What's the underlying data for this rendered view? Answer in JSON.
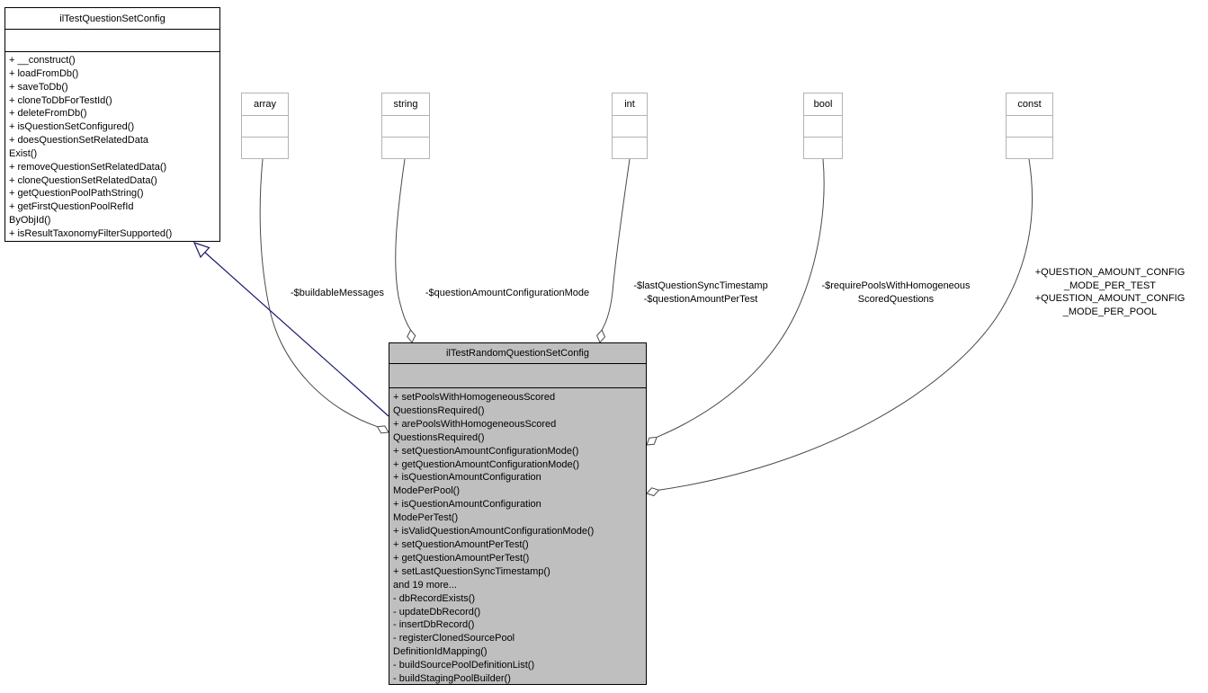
{
  "diagram_type": "uml-collaboration-diagram",
  "classes": {
    "parent": {
      "title": "ilTestQuestionSetConfig",
      "methods": [
        "+ __construct()",
        "+ loadFromDb()",
        "+ saveToDb()",
        "+ cloneToDbForTestId()",
        "+ deleteFromDb()",
        "+ isQuestionSetConfigured()",
        "+ doesQuestionSetRelatedData",
        "Exist()",
        "+ removeQuestionSetRelatedData()",
        "+ cloneQuestionSetRelatedData()",
        "+ getQuestionPoolPathString()",
        "+ getFirstQuestionPoolRefId",
        "ByObjId()",
        "+ isResultTaxonomyFilterSupported()"
      ]
    },
    "main": {
      "title": "ilTestRandomQuestionSetConfig",
      "methods": [
        "+ setPoolsWithHomogeneousScored",
        "QuestionsRequired()",
        "+ arePoolsWithHomogeneousScored",
        "QuestionsRequired()",
        "+ setQuestionAmountConfigurationMode()",
        "+ getQuestionAmountConfigurationMode()",
        "+ isQuestionAmountConfiguration",
        "ModePerPool()",
        "+ isQuestionAmountConfiguration",
        "ModePerTest()",
        "+ isValidQuestionAmountConfigurationMode()",
        "+ setQuestionAmountPerTest()",
        "+ getQuestionAmountPerTest()",
        "+ setLastQuestionSyncTimestamp()",
        "and 19 more...",
        "- dbRecordExists()",
        "- updateDbRecord()",
        "- insertDbRecord()",
        "- registerClonedSourcePool",
        "DefinitionIdMapping()",
        "- buildSourcePoolDefinitionList()",
        "- buildStagingPoolBuilder()"
      ]
    }
  },
  "types": [
    {
      "name": "array"
    },
    {
      "name": "string"
    },
    {
      "name": "int"
    },
    {
      "name": "bool"
    },
    {
      "name": "const"
    }
  ],
  "edges": [
    {
      "kind": "aggregation",
      "from": "array",
      "to": "ilTestRandomQuestionSetConfig",
      "label": [
        "-$buildableMessages"
      ]
    },
    {
      "kind": "aggregation",
      "from": "string",
      "to": "ilTestRandomQuestionSetConfig",
      "label": [
        "-$questionAmountConfigurationMode"
      ]
    },
    {
      "kind": "aggregation",
      "from": "int",
      "to": "ilTestRandomQuestionSetConfig",
      "label": [
        "-$lastQuestionSyncTimestamp",
        "-$questionAmountPerTest"
      ]
    },
    {
      "kind": "aggregation",
      "from": "bool",
      "to": "ilTestRandomQuestionSetConfig",
      "label": [
        "-$requirePoolsWithHomogeneous",
        "ScoredQuestions"
      ]
    },
    {
      "kind": "aggregation",
      "from": "const",
      "to": "ilTestRandomQuestionSetConfig",
      "label": [
        "+QUESTION_AMOUNT_CONFIG",
        "_MODE_PER_TEST",
        "+QUESTION_AMOUNT_CONFIG",
        "_MODE_PER_POOL"
      ]
    }
  ],
  "inheritance": {
    "child": "ilTestRandomQuestionSetConfig",
    "parent": "ilTestQuestionSetConfig"
  },
  "colors": {
    "inheritance_edge": "#191970",
    "aggregation_edge": "#4a4a4a",
    "current_class_fill": "#bfbfbf",
    "class_border": "#000000",
    "type_box_border": "#b3b3b3",
    "background": "#ffffff"
  }
}
